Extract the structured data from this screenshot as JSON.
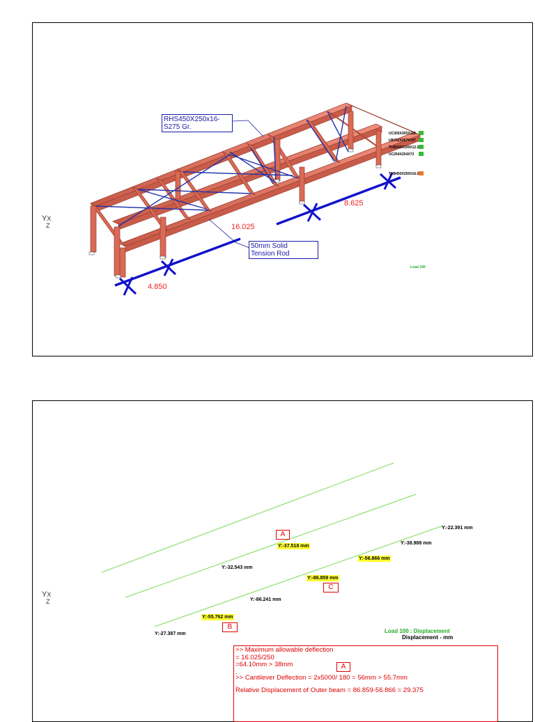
{
  "top_view": {
    "section_label": [
      "RHS450X250x16-",
      "S275 Gr."
    ],
    "rod_label": [
      "50mm Solid",
      "Tension Rod"
    ],
    "dims": {
      "d1": "4.850",
      "d2": "16.025",
      "d3": "8.625"
    },
    "load_text": "Load 100",
    "legend": [
      {
        "text": "UC305X305X118",
        "color": "#33bb33"
      },
      {
        "text": "UB762X267X197",
        "color": "#33bb33"
      },
      {
        "text": "TUB200X100X12.5",
        "color": "#33bb33"
      },
      {
        "text": "UC254X254X73",
        "color": "#33bb33"
      },
      {
        "text": "TUB450X250X16.0",
        "color": "#ee7722"
      }
    ],
    "axis": {
      "y": "Y",
      "x": "X",
      "z": "Z"
    }
  },
  "bottom_view": {
    "disp_labels": {
      "a1": "Y:-22.391 mm",
      "a2": "Y:-38.988 mm",
      "a3": "Y:-37.518 mm",
      "a4": "Y:-56.866 mm",
      "a5": "Y:-32.543 mm",
      "a6": "Y:-86.859 mm",
      "a7": "Y:-86.241 mm",
      "a8": "Y:-55.762 mm",
      "a9": "Y:-27.387 mm"
    },
    "markers": {
      "A": "A",
      "B": "B",
      "C": "C",
      "A2": "A"
    },
    "load_title": "Load 100 : Displacement",
    "load_units": "Displacement - mm",
    "notes": [
      ">> Maximum allowable deflection",
      "= 16.025/250",
      "=64.10mm >   38mm",
      ".",
      ">> Cantilever Deflection = 2x5000/ 180 = 56mm > 55.7mm",
      ".",
      "Relative Displacement of Outer beam = 86.859-56.866 = 29.375"
    ],
    "axis": {
      "y": "Y",
      "x": "X",
      "z": "Z"
    }
  },
  "colors": {
    "beam": "#e87a6a",
    "beam_edge": "#a0402e",
    "brace": "#2233aa",
    "dim_line": "#1111cc",
    "dim_text": "#ee2222",
    "wire": "#77dd55"
  }
}
